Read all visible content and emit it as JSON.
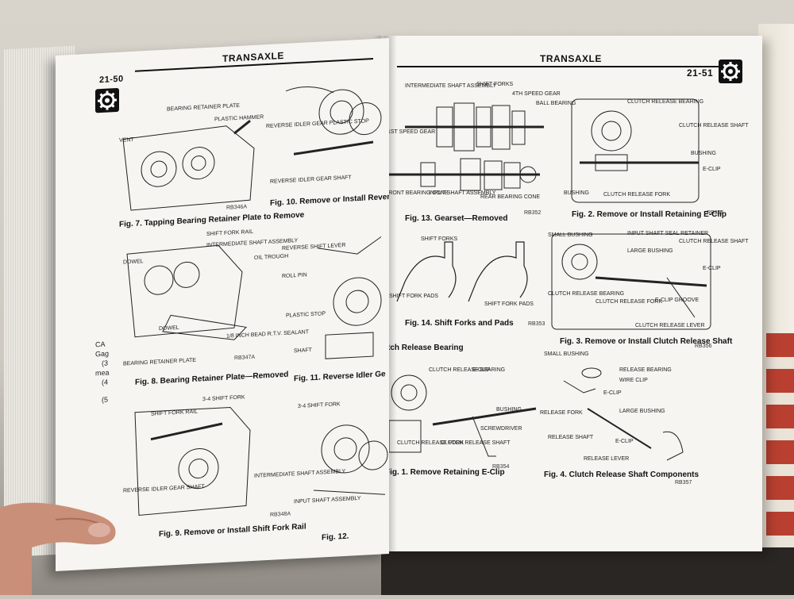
{
  "left_page": {
    "page_number": "21-50",
    "header": "TRANSAXLE",
    "fig7": {
      "caption": "Fig. 7.  Tapping Bearing Retainer Plate to Remove",
      "labels": [
        "BEARING RETAINER PLATE",
        "PLASTIC HAMMER",
        "VENT"
      ],
      "code": "RB346A"
    },
    "fig8": {
      "caption": "Fig. 8.  Bearing Retainer Plate—Removed",
      "labels": [
        "SHIFT FORK RAIL",
        "INTERMEDIATE SHAFT ASSEMBLY",
        "OIL TROUGH",
        "DOWEL",
        "DOWEL",
        "1/8 INCH BEAD R.T.V. SEALANT",
        "BEARING RETAINER PLATE"
      ],
      "code": "RB347A"
    },
    "fig9": {
      "caption": "Fig. 9.  Remove or Install Shift Fork Rail",
      "labels": [
        "3-4 SHIFT FORK",
        "SHIFT FORK RAIL",
        "INTERMEDIATE SHAFT ASSEMBLY",
        "REVERSE IDLER GEAR SHAFT"
      ],
      "code": "RB348A"
    },
    "fig10": {
      "caption": "Fig. 10.  Remove or Install Reverse Idler Shaft and Gear",
      "labels": [
        "REVERSE IDLER GEAR PLASTIC STOP",
        "REVERSE IDLER GEAR SHAFT"
      ]
    },
    "fig11": {
      "caption": "Fig. 11.  Reverse Idler Ge",
      "labels": [
        "REVERSE SHIFT LEVER",
        "ROLL PIN",
        "PLASTIC STOP",
        "SHAFT"
      ]
    },
    "fig12": {
      "caption": "Fig. 12."
    },
    "side_text": [
      "CA",
      "Gag",
      "(3",
      "mea",
      "(4",
      "(5"
    ]
  },
  "right_page": {
    "page_number": "21-51",
    "header": "TRANSAXLE",
    "fig13": {
      "caption": "Fig. 13.  Gearset—Removed",
      "labels": [
        "INTERMEDIATE SHAFT ASSEMBLY",
        "SHIFT FORKS",
        "4TH SPEED GEAR",
        "BALL BEARING",
        "1ST SPEED GEAR",
        "FRONT BEARING CONE",
        "INPUT SHAFT ASSEMBLY",
        "REAR BEARING CONE"
      ],
      "code": "RB352"
    },
    "fig14": {
      "caption": "Fig. 14.  Shift Forks and Pads",
      "labels": [
        "SHIFT FORKS",
        "SHIFT FORK PADS",
        "SHIFT FORK PADS"
      ],
      "code": "RB353"
    },
    "section_heading": "tch Release Bearing",
    "fig1": {
      "caption": "Fig. 1.  Remove Retaining E-Clip",
      "labels": [
        "3-4 SHIFT FORK",
        "CLUTCH RELEASE BEARING",
        "E-CLIP",
        "BUSHING",
        "CLUTCH RELEASE FORK",
        "CLUTCH RELEASE SHAFT",
        "SCREWDRIVER",
        "INPUT SHAFT ASSEMBLY"
      ],
      "code": "RB354"
    },
    "fig2": {
      "caption": "Fig. 2.  Remove or Install Retaining E-Clip",
      "labels": [
        "CLUTCH RELEASE BEARING",
        "CLUTCH RELEASE SHAFT",
        "BUSHING",
        "E-CLIP",
        "BUSHING",
        "CLUTCH RELEASE FORK"
      ],
      "code": "RB355"
    },
    "fig3": {
      "caption": "Fig. 3.  Remove or Install Clutch Release Shaft",
      "labels": [
        "SMALL BUSHING",
        "INPUT SHAFT SEAL RETAINER",
        "CLUTCH RELEASE SHAFT",
        "LARGE BUSHING",
        "E-CLIP",
        "CLUTCH RELEASE BEARING",
        "CLUTCH RELEASE FORK",
        "E-CLIP GROOVE",
        "CLUTCH RELEASE LEVER"
      ],
      "code": "RB356"
    },
    "fig4": {
      "caption": "Fig. 4.  Clutch Release Shaft Components",
      "labels": [
        "SMALL BUSHING",
        "RELEASE BEARING",
        "WIRE CLIP",
        "E-CLIP",
        "RELEASE FORK",
        "LARGE BUSHING",
        "RELEASE SHAFT",
        "E-CLIP",
        "RELEASE LEVER"
      ],
      "code": "RB357"
    }
  }
}
